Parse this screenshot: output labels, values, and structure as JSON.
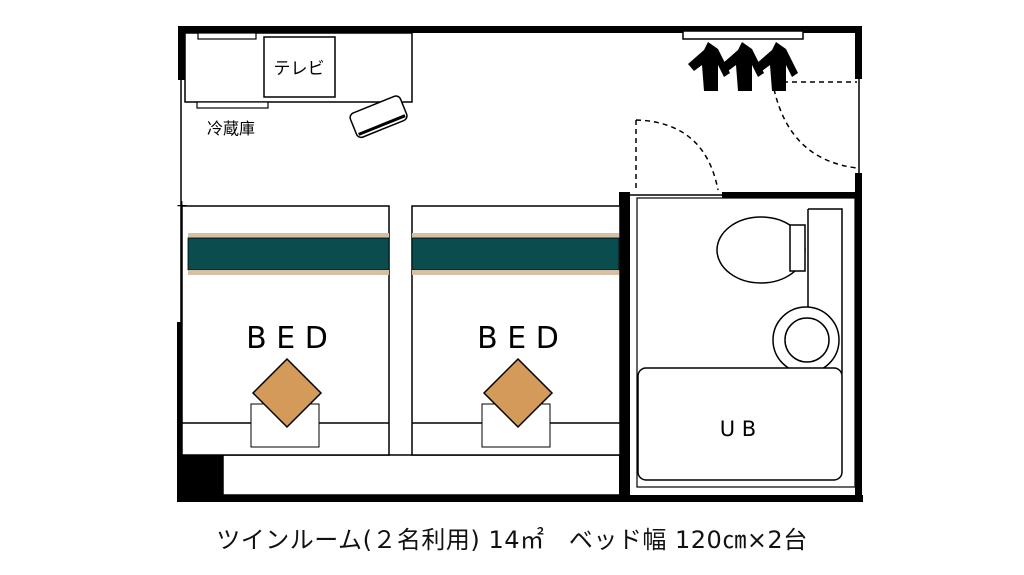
{
  "plan": {
    "labels": {
      "tv": "テレビ",
      "fridge": "冷蔵庫",
      "bed_left": "B E D",
      "bed_right": "B E D",
      "unit_bath": "U B"
    },
    "colors": {
      "wall": "#000000",
      "bed_stripe": "#0b4d4f",
      "bed_stripe_trim": "#d6c0a5",
      "pillow_fill": "#d49a5a",
      "background": "#ffffff"
    }
  },
  "caption": {
    "room_type": "ツインルーム",
    "occupancy": "(２名利用)",
    "area": "14㎡",
    "bed_width_label": "ベッド幅",
    "bed_width": "120㎝×2台"
  }
}
